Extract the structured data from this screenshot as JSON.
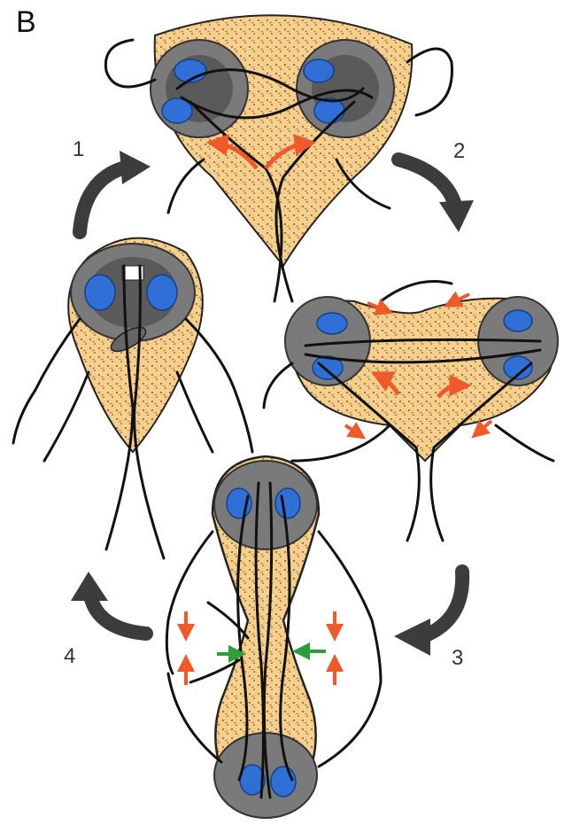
{
  "figure": {
    "panel_letter": "B",
    "steps": [
      {
        "number": "1"
      },
      {
        "number": "2"
      },
      {
        "number": "3"
      },
      {
        "number": "4"
      }
    ]
  },
  "colors": {
    "cytoplasm": "#f4d08c",
    "disc": "#7a7a7a",
    "disc_dark": "#4a4a4a",
    "nucleus": "#2f6fd6",
    "nucleus_dark": "#14408a",
    "flagella": "#111111",
    "particles": "#8b1a1a",
    "cycle_arrow": "#3c3c3c",
    "motion_arrow": "#ee5a2a",
    "constriction_arrow": "#2e9e3a"
  }
}
